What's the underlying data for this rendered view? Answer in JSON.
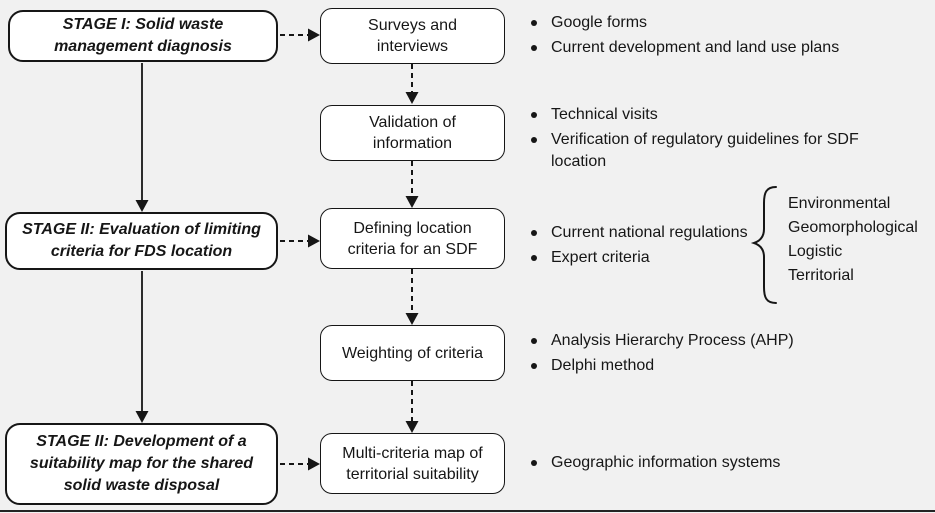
{
  "colors": {
    "background": "#f1f1f1",
    "box_fill": "#ffffff",
    "line": "#161616",
    "bottom_rule": "#242424"
  },
  "stages": [
    {
      "label": "STAGE I: Solid waste management diagnosis"
    },
    {
      "label": "STAGE II: Evaluation of limiting criteria for FDS location"
    },
    {
      "label": "STAGE II: Development of a suitability map for the shared solid waste disposal"
    }
  ],
  "steps": [
    {
      "label": "Surveys and interviews",
      "bullets": [
        "Google forms",
        "Current development and land use plans"
      ]
    },
    {
      "label": "Validation of information",
      "bullets": [
        "Technical visits",
        "Verification of regulatory guidelines for SDF location"
      ]
    },
    {
      "label": "Defining location criteria for an SDF",
      "bullets": [
        "Current national regulations",
        "Expert criteria"
      ],
      "criteria_group": [
        "Environmental",
        "Geomorphological",
        "Logistic",
        "Territorial"
      ]
    },
    {
      "label": "Weighting of criteria",
      "bullets": [
        "Analysis Hierarchy Process (AHP)",
        "Delphi method"
      ]
    },
    {
      "label": "Multi-criteria map of territorial suitability",
      "bullets": [
        "Geographic information systems"
      ]
    }
  ]
}
